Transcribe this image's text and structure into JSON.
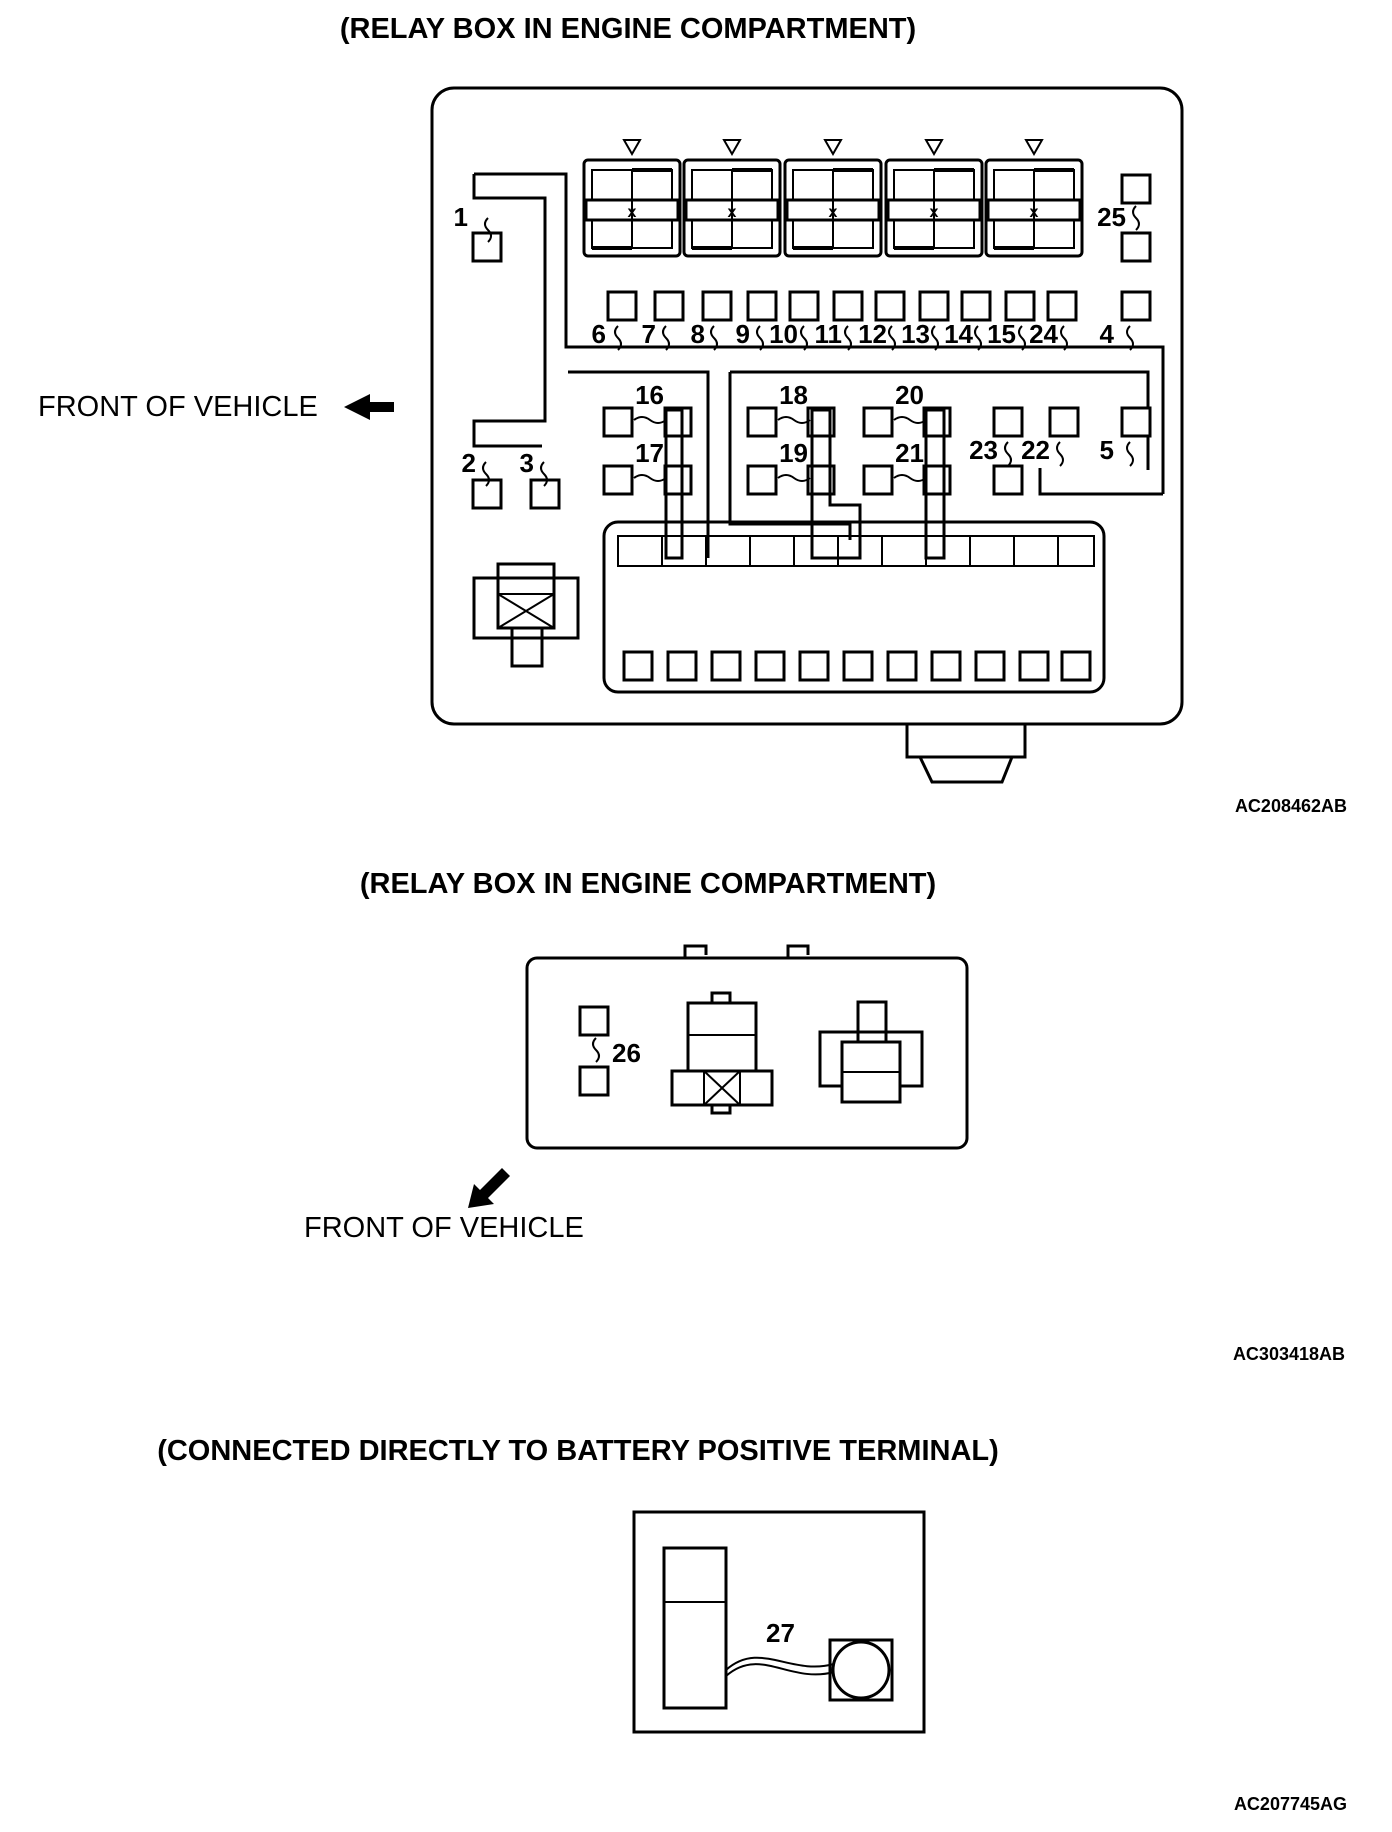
{
  "diagram_1": {
    "title": "(RELAY BOX IN ENGINE COMPARTMENT)",
    "front_label": "FRONT OF VEHICLE",
    "code": "AC208462AB",
    "fuse_labels": [
      "1",
      "2",
      "3",
      "4",
      "5",
      "6",
      "7",
      "8",
      "9",
      "10",
      "11",
      "12",
      "13",
      "14",
      "15",
      "16",
      "17",
      "18",
      "19",
      "20",
      "21",
      "22",
      "23",
      "24",
      "25"
    ]
  },
  "diagram_2": {
    "title": "(RELAY BOX IN ENGINE COMPARTMENT)",
    "front_label": "FRONT OF VEHICLE",
    "code": "AC303418AB",
    "fuse_labels": [
      "26"
    ]
  },
  "diagram_3": {
    "title": "(CONNECTED DIRECTLY TO BATTERY POSITIVE TERMINAL)",
    "code": "AC207745AG",
    "fuse_labels": [
      "27"
    ]
  },
  "colors": {
    "line": "#000000",
    "background": "#ffffff"
  }
}
